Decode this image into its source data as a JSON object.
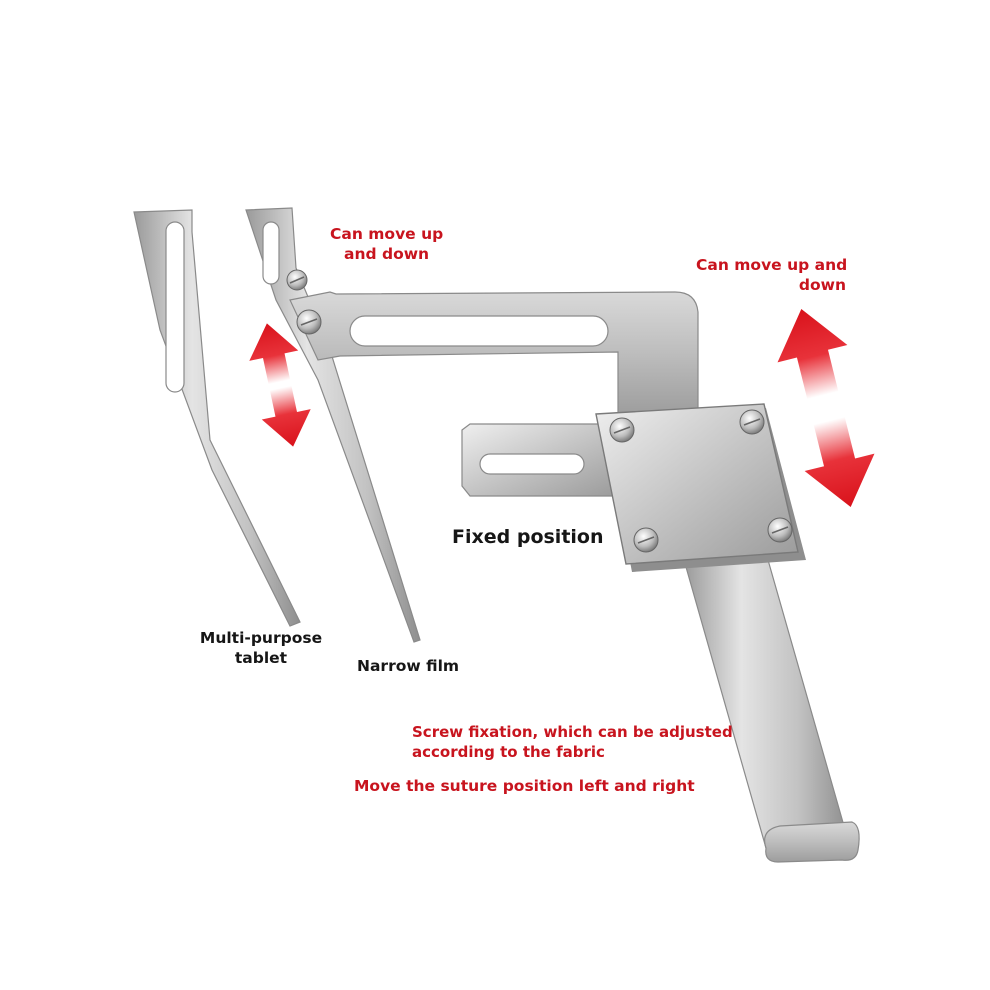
{
  "labels": {
    "can_move_top": "Can move up\nand down",
    "can_move_right": "Can move up and\ndown",
    "fixed_position": "Fixed position",
    "multi_purpose": "Multi-purpose\ntablet",
    "narrow_film": "Narrow film",
    "screw_fixation": "Screw fixation, which can be adjusted\naccording to the fabric",
    "move_suture": "Move the suture position left and right"
  },
  "colors": {
    "annotation_red": "#c8141e",
    "annotation_dark": "#161616",
    "arrow_red": "#e01a22",
    "steel_light": "#e6e6e6",
    "steel_mid": "#b9b9b9",
    "steel_dark": "#8c8c8c",
    "background": "#ffffff"
  },
  "icons": [
    "double-arrow-up-down-icon",
    "screw-icon"
  ]
}
